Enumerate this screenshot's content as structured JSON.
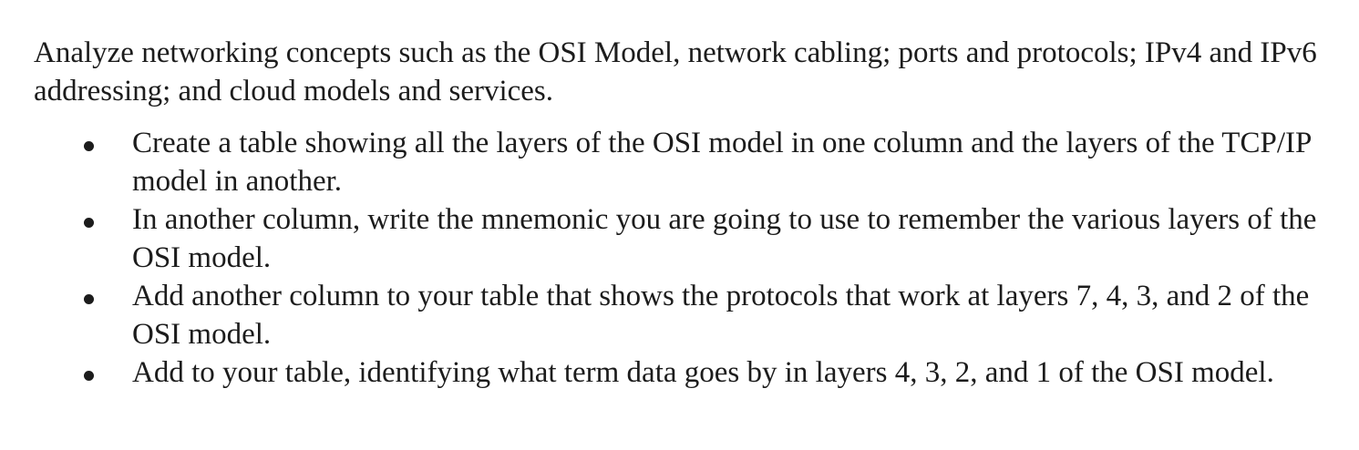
{
  "document": {
    "background_color": "#ffffff",
    "text_color": "#1c1c1c",
    "intro_paragraph": "Analyze networking concepts such as the OSI Model, network cabling; ports and protocols; IPv4 and IPv6 addressing; and cloud models and services.",
    "bullet_marker_glyph": "•",
    "bullets": [
      {
        "text": "Create a table showing all the layers of the OSI model in one column and the layers of the TCP/IP model in another."
      },
      {
        "text": "In another column, write the mnemonic you are going to use to remember the various layers of the OSI model."
      },
      {
        "text": "Add another column to your table that shows the protocols that work at layers 7, 4, 3, and 2 of the OSI model."
      },
      {
        "text": "Add to your table, identifying what term data goes by in layers 4, 3, 2, and 1 of the OSI model."
      }
    ]
  }
}
